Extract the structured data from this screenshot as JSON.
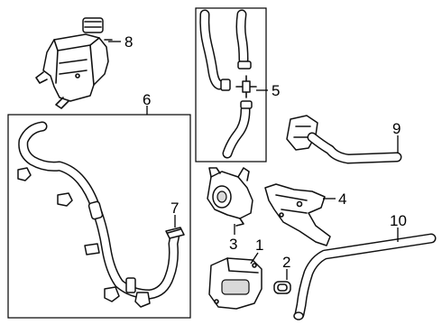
{
  "callouts": {
    "c1": "1",
    "c2": "2",
    "c3": "3",
    "c4": "4",
    "c5": "5",
    "c6": "6",
    "c7": "7",
    "c8": "8",
    "c9": "9",
    "c10": "10"
  },
  "colors": {
    "line": "#111111",
    "background": "#ffffff",
    "shade": "#d9d9d9"
  }
}
